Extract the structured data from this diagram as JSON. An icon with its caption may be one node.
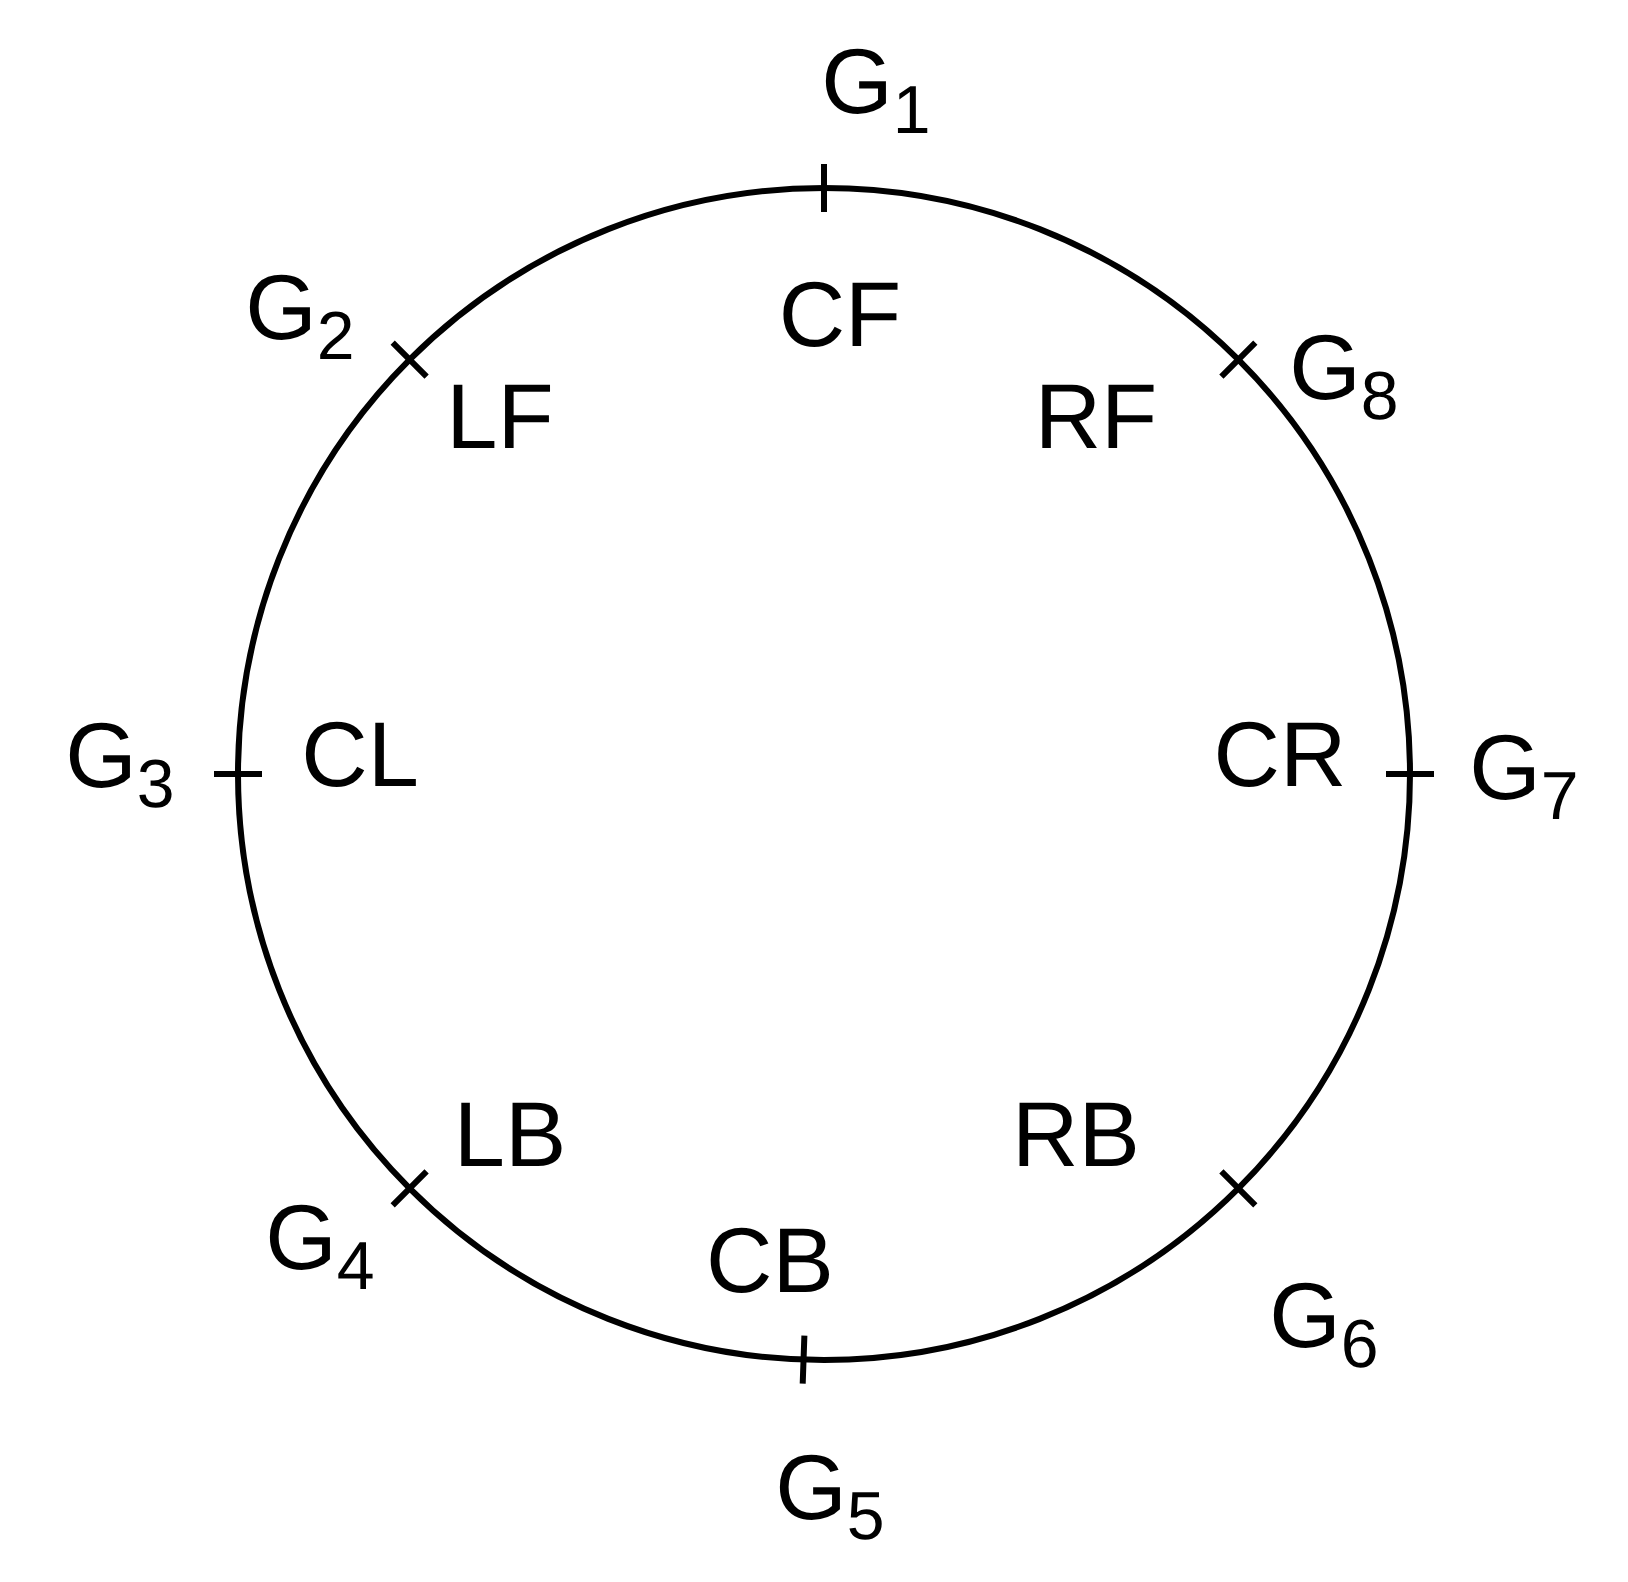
{
  "diagram": {
    "labels": [
      "G$_{1}$",
      "G$_{2}$",
      "CF",
      "G$_{8}$",
      "LF",
      "RF",
      "G$_{3}$",
      "CL",
      "CR",
      "G$_{7}$",
      "LB",
      "RB",
      "G$_{4}$",
      "CB",
      "G$_{6}$",
      "G$_{5}$"
    ]
  }
}
